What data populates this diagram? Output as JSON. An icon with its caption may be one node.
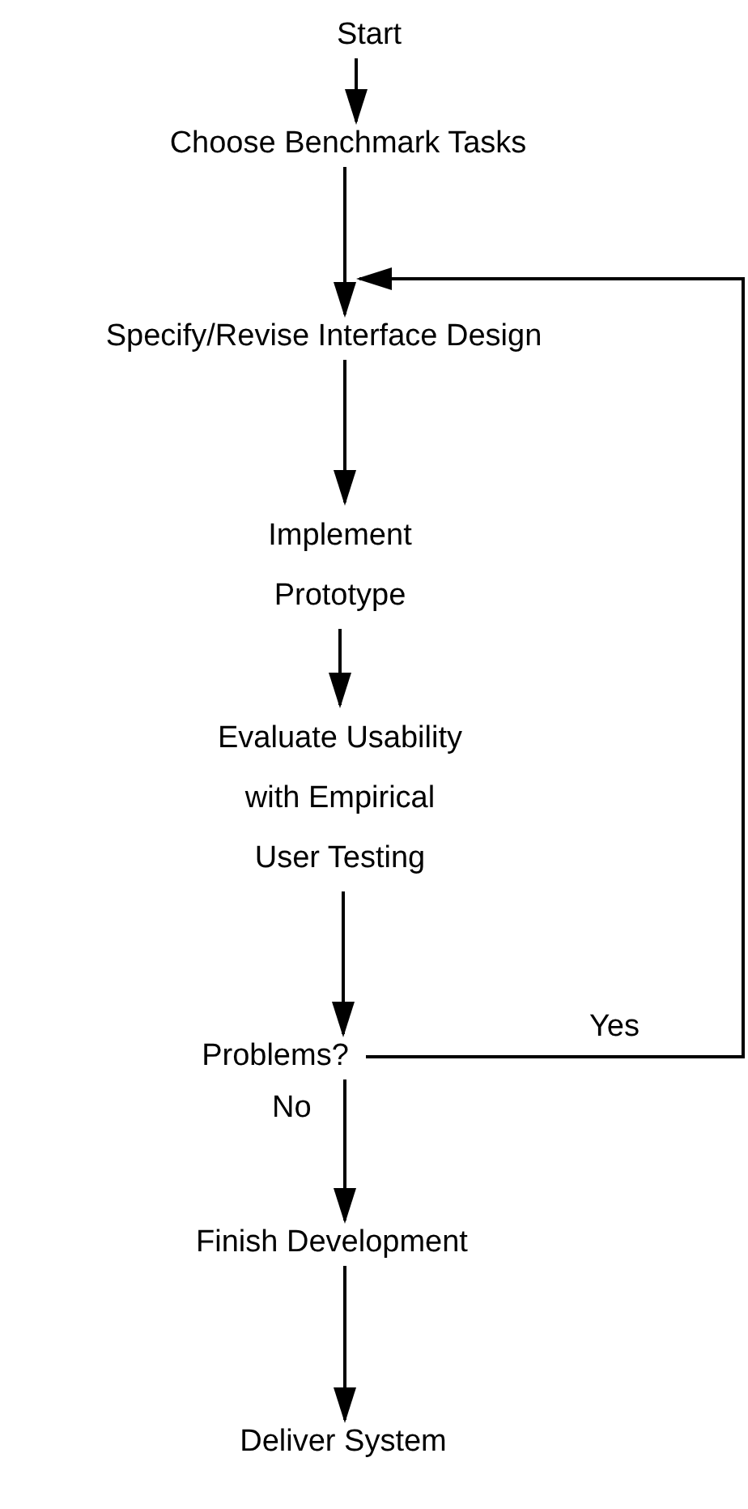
{
  "diagram": {
    "nodes": [
      {
        "text": [
          "Start"
        ]
      },
      {
        "text": [
          "Choose Benchmark Tasks"
        ]
      },
      {
        "text": [
          "Specify/Revise Interface Design"
        ]
      },
      {
        "text": [
          "Implement Prototype"
        ]
      },
      {
        "text": [
          "Evaluate Usability with Empirical User Testing"
        ]
      },
      {
        "text": [
          "Problems?"
        ]
      },
      {
        "text": [
          "Finish Development"
        ]
      },
      {
        "text": [
          "Deliver System"
        ]
      }
    ],
    "edges": [
      {
        "from": 0,
        "to": 1,
        "arrow": "to"
      },
      {
        "from": 1,
        "to": 2,
        "arrow": "to"
      },
      {
        "from": 2,
        "to": 3,
        "arrow": "to"
      },
      {
        "from": 3,
        "to": 4,
        "arrow": "to"
      },
      {
        "from": 4,
        "to": 5,
        "arrow": "to"
      },
      {
        "from": 5,
        "to": 6,
        "arrow": "to",
        "label": "No"
      },
      {
        "from": 6,
        "to": 7,
        "arrow": "to"
      },
      {
        "from": 5,
        "to": 2,
        "arrow": "to",
        "label": "Yes"
      }
    ]
  }
}
